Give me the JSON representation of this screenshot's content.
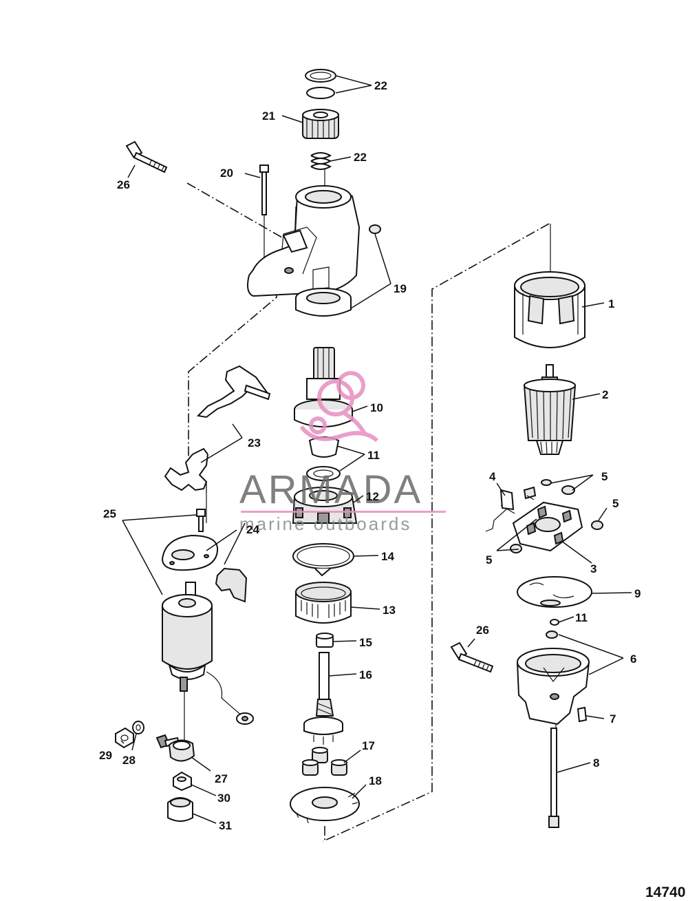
{
  "figure_number": "14740",
  "watermark": {
    "brand": "ARMADA",
    "tagline": "marine outboards",
    "color": "#e68fc0"
  },
  "callouts": [
    {
      "id": "c1",
      "text": "1"
    },
    {
      "id": "c2",
      "text": "2"
    },
    {
      "id": "c3",
      "text": "3"
    },
    {
      "id": "c4",
      "text": "4"
    },
    {
      "id": "c5a",
      "text": "5"
    },
    {
      "id": "c5b",
      "text": "5"
    },
    {
      "id": "c5c",
      "text": "5"
    },
    {
      "id": "c6",
      "text": "6"
    },
    {
      "id": "c7",
      "text": "7"
    },
    {
      "id": "c8",
      "text": "8"
    },
    {
      "id": "c9",
      "text": "9"
    },
    {
      "id": "c10",
      "text": "10"
    },
    {
      "id": "c11a",
      "text": "11"
    },
    {
      "id": "c11b",
      "text": "11"
    },
    {
      "id": "c12",
      "text": "12"
    },
    {
      "id": "c13",
      "text": "13"
    },
    {
      "id": "c14",
      "text": "14"
    },
    {
      "id": "c15",
      "text": "15"
    },
    {
      "id": "c16",
      "text": "16"
    },
    {
      "id": "c17",
      "text": "17"
    },
    {
      "id": "c18",
      "text": "18"
    },
    {
      "id": "c19",
      "text": "19"
    },
    {
      "id": "c20",
      "text": "20"
    },
    {
      "id": "c21",
      "text": "21"
    },
    {
      "id": "c22a",
      "text": "22"
    },
    {
      "id": "c22b",
      "text": "22"
    },
    {
      "id": "c23",
      "text": "23"
    },
    {
      "id": "c24",
      "text": "24"
    },
    {
      "id": "c25",
      "text": "25"
    },
    {
      "id": "c26a",
      "text": "26"
    },
    {
      "id": "c26b",
      "text": "26"
    },
    {
      "id": "c27",
      "text": "27"
    },
    {
      "id": "c28",
      "text": "28"
    },
    {
      "id": "c29",
      "text": "29"
    },
    {
      "id": "c30",
      "text": "30"
    },
    {
      "id": "c31",
      "text": "31"
    }
  ]
}
